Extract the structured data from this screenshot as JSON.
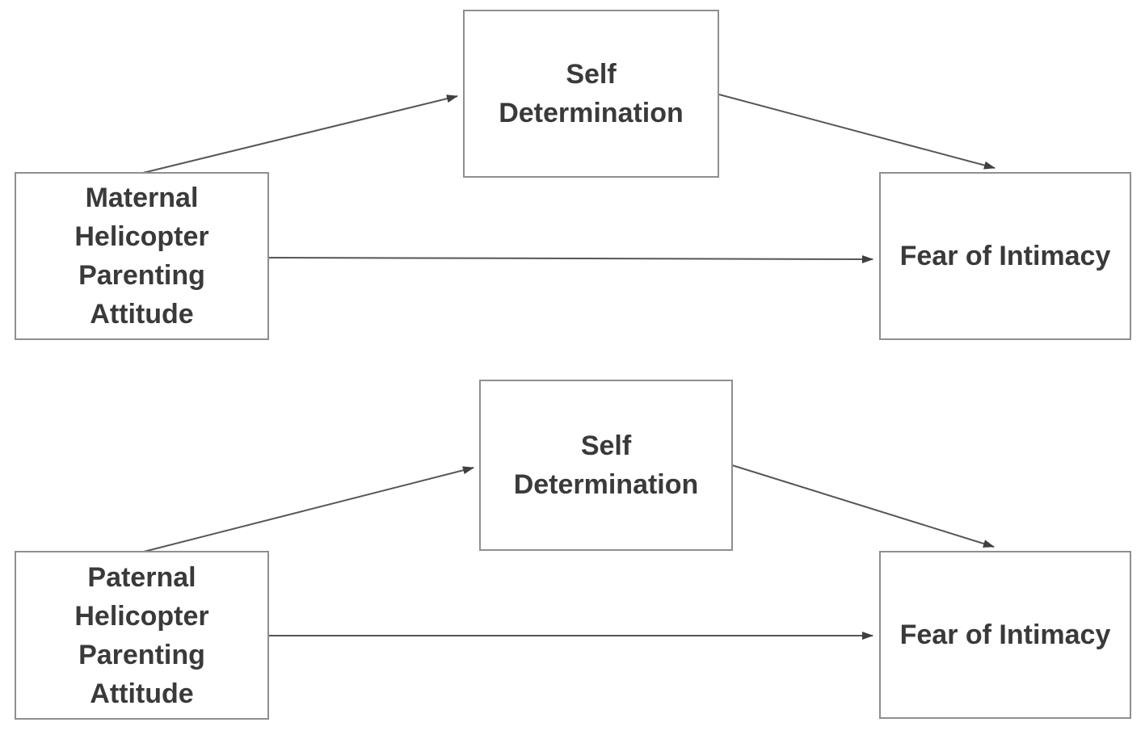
{
  "diagram": {
    "type": "path-model",
    "models": [
      {
        "id": "maternal-mediation-model",
        "nodes": {
          "predictor": {
            "label": "Maternal\nHelicopter\nParenting\nAttitude"
          },
          "mediator": {
            "label": "Self\nDetermination"
          },
          "outcome": {
            "label": "Fear of Intimacy"
          }
        },
        "edges": [
          {
            "from": "predictor",
            "to": "mediator"
          },
          {
            "from": "mediator",
            "to": "outcome"
          },
          {
            "from": "predictor",
            "to": "outcome"
          }
        ]
      },
      {
        "id": "paternal-mediation-model",
        "nodes": {
          "predictor": {
            "label": "Paternal\nHelicopter\nParenting\nAttitude"
          },
          "mediator": {
            "label": "Self\nDetermination"
          },
          "outcome": {
            "label": "Fear of Intimacy"
          }
        },
        "edges": [
          {
            "from": "predictor",
            "to": "mediator"
          },
          {
            "from": "mediator",
            "to": "outcome"
          },
          {
            "from": "predictor",
            "to": "outcome"
          }
        ]
      }
    ],
    "colors": {
      "background": "#ffffff",
      "box_border": "#8f8f8f",
      "arrow": "#565656",
      "text": "#3a3a3a"
    }
  }
}
